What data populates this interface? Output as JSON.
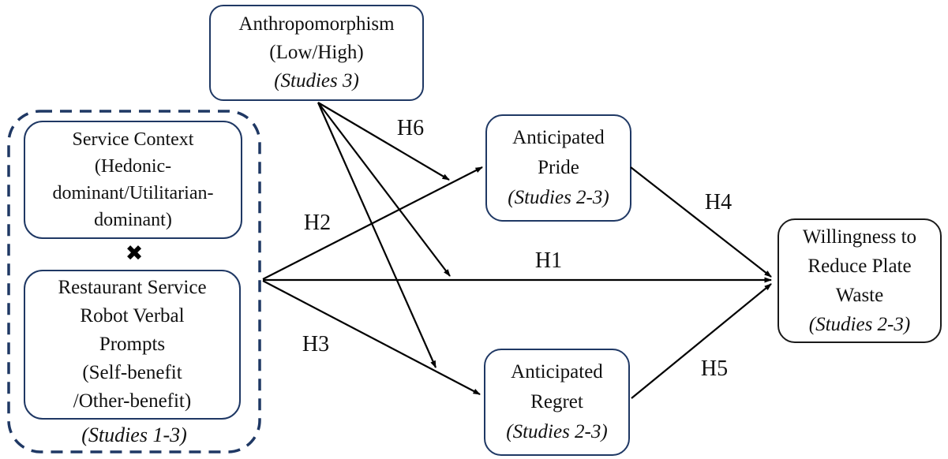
{
  "figure": {
    "type": "conceptual-model-diagram",
    "description": "Moderated mediation research model of restaurant service robot verbal prompts and willingness to reduce plate waste"
  },
  "nodes": {
    "anthropomorphism": {
      "lines": [
        "Anthropomorphism",
        "(Low/High)"
      ],
      "studies": "(Studies 3)"
    },
    "service_context": {
      "lines": [
        "Service Context",
        "(Hedonic-",
        "dominant/Utilitarian-",
        "dominant)"
      ]
    },
    "interaction_symbol": "✖",
    "robot_prompts": {
      "lines": [
        "Restaurant Service",
        "Robot Verbal",
        "Prompts",
        "(Self-benefit",
        "/Other-benefit)"
      ]
    },
    "iv_group_studies": "(Studies 1-3)",
    "anticipated_pride": {
      "lines": [
        "Anticipated",
        "Pride"
      ],
      "studies": "(Studies 2-3)"
    },
    "anticipated_regret": {
      "lines": [
        "Anticipated",
        "Regret"
      ],
      "studies": "(Studies 2-3)"
    },
    "willingness": {
      "lines": [
        "Willingness to",
        "Reduce Plate",
        "Waste"
      ],
      "studies": "(Studies 2-3)"
    }
  },
  "hypothesis_labels": {
    "h1": "H1",
    "h2": "H2",
    "h3": "H3",
    "h4": "H4",
    "h5": "H5",
    "h6": "H6"
  },
  "edges": [
    {
      "id": "H1",
      "from": "iv_group",
      "to": "willingness"
    },
    {
      "id": "H2",
      "from": "iv_group",
      "to": "anticipated_pride"
    },
    {
      "id": "H3",
      "from": "iv_group",
      "to": "anticipated_regret"
    },
    {
      "id": "H4",
      "from": "anticipated_pride",
      "to": "willingness"
    },
    {
      "id": "H5",
      "from": "anticipated_regret",
      "to": "willingness"
    },
    {
      "id": "H6",
      "from": "anthropomorphism",
      "to": "moderates paths H1, H2 and H3"
    }
  ],
  "colors": {
    "navy_border": "#1f3864",
    "black_border": "#1a1a1a",
    "arrow": "#000000",
    "text": "#111111",
    "background": "#ffffff"
  }
}
